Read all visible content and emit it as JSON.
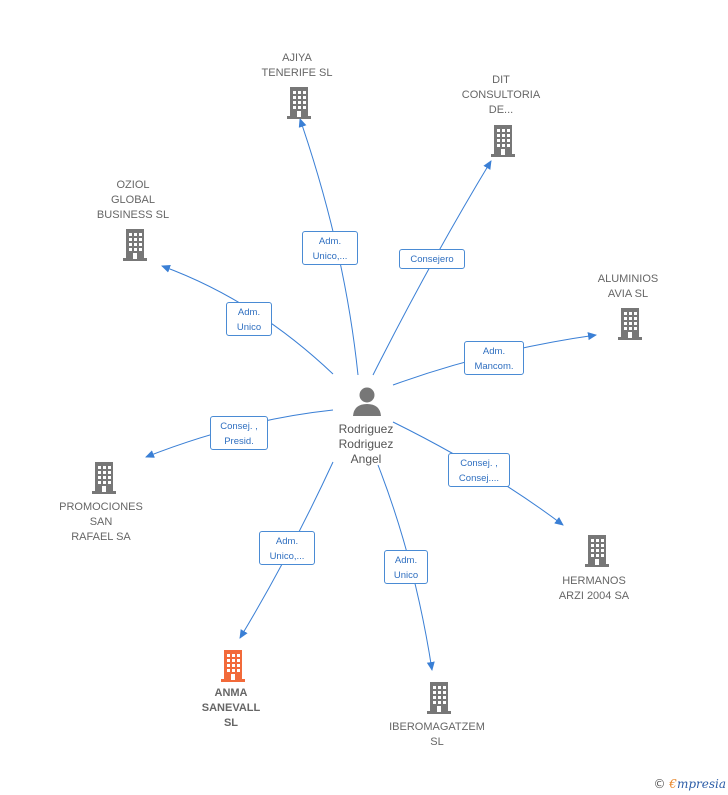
{
  "center": {
    "label": "Rodriguez\nRodriguez\nAngel",
    "icon": "person-icon"
  },
  "companies": [
    {
      "id": "ajiya",
      "label": "AJIYA\nTENERIFE SL",
      "color": "#777777",
      "highlight": false
    },
    {
      "id": "dit",
      "label": "DIT\nCONSULTORIA\nDE...",
      "color": "#777777",
      "highlight": false
    },
    {
      "id": "oziol",
      "label": "OZIOL\nGLOBAL\nBUSINESS  SL",
      "color": "#777777",
      "highlight": false
    },
    {
      "id": "aluminios",
      "label": "ALUMINIOS\nAVIA SL",
      "color": "#777777",
      "highlight": false
    },
    {
      "id": "promociones",
      "label": "PROMOCIONES\nSAN\nRAFAEL SA",
      "color": "#777777",
      "highlight": false
    },
    {
      "id": "hermanos",
      "label": "HERMANOS\nARZI 2004 SA",
      "color": "#777777",
      "highlight": false
    },
    {
      "id": "anma",
      "label": "ANMA\nSANEVALL\nSL",
      "color": "#f26a3a",
      "highlight": true
    },
    {
      "id": "iberomagatzem",
      "label": "IBEROMAGATZEM\nSL",
      "color": "#777777",
      "highlight": false
    }
  ],
  "edges": [
    {
      "to": "ajiya",
      "label": "Adm.\nUnico,..."
    },
    {
      "to": "dit",
      "label": "Consejero"
    },
    {
      "to": "oziol",
      "label": "Adm.\nUnico"
    },
    {
      "to": "aluminios",
      "label": "Adm.\nMancom."
    },
    {
      "to": "promociones",
      "label": "Consej. ,\nPresid."
    },
    {
      "to": "hermanos",
      "label": "Consej. ,\nConsej...."
    },
    {
      "to": "anma",
      "label": "Adm.\nUnico,..."
    },
    {
      "to": "iberomagatzem",
      "label": "Adm.\nUnico"
    }
  ],
  "colors": {
    "edge": "#3a7fd5",
    "building": "#777777",
    "highlight": "#f26a3a"
  },
  "footer": {
    "copyright_symbol": "©",
    "brand_first": "€",
    "brand_rest": "mpresia"
  }
}
